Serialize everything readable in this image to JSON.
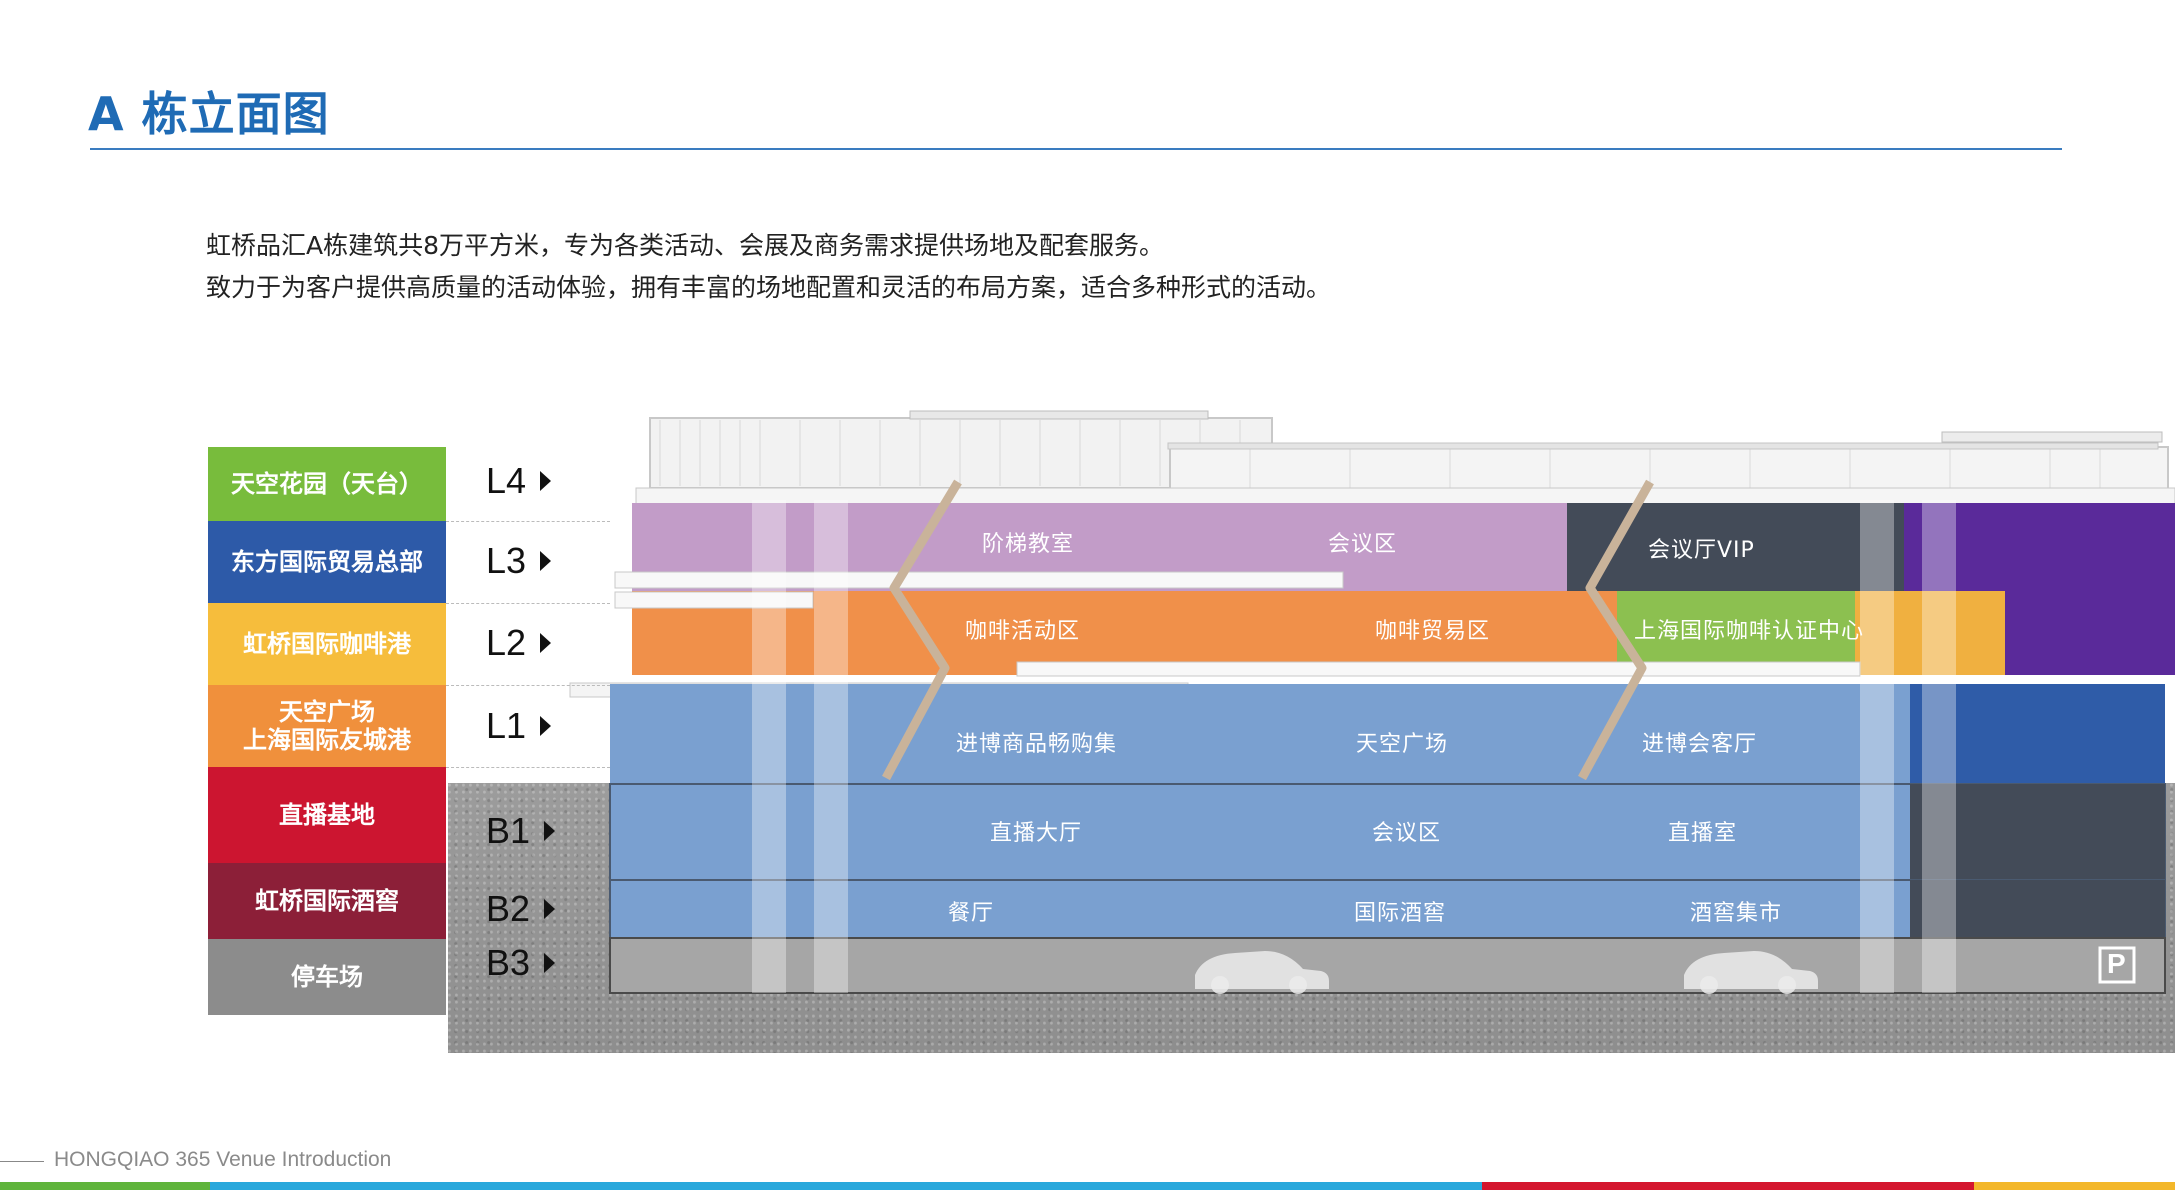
{
  "header": {
    "title": "A 栋立面图"
  },
  "description": {
    "line1": "虹桥品汇A栋建筑共8万平方米，专为各类活动、会展及商务需求提供场地及配套服务。",
    "line2": "致力于为客户提供高质量的活动体验，拥有丰富的场地配置和灵活的布局方案，适合多种形式的活动。"
  },
  "legend": [
    {
      "label": "天空花园（天台）",
      "color": "#78bc3c"
    },
    {
      "label": "东方国际贸易总部",
      "color": "#2d5aa8"
    },
    {
      "label": "虹桥国际咖啡港",
      "color": "#f6bd3c"
    },
    {
      "label": "天空广场",
      "label2": "上海国际友城港",
      "color": "#f0903c"
    },
    {
      "label": "直播基地",
      "color": "#cc1530"
    },
    {
      "label": "虹桥国际酒窖",
      "color": "#8c1f38"
    },
    {
      "label": "停车场",
      "color": "#8c8c8c"
    }
  ],
  "floors": [
    "L4",
    "L3",
    "L2",
    "L1",
    "B1",
    "B2",
    "B3"
  ],
  "zones": {
    "l3_a": "阶梯教室",
    "l3_b": "会议区",
    "l3_c": "会议厅VIP",
    "l2_a": "咖啡活动区",
    "l2_b": "咖啡贸易区",
    "l2_c": "上海国际咖啡认证中心",
    "l1_a": "进博商品畅购集",
    "l1_b": "天空广场",
    "l1_c": "进博会客厅",
    "b1_a": "直播大厅",
    "b1_b": "会议区",
    "b1_c": "直播室",
    "b2_a": "餐厅",
    "b2_b": "国际酒窖",
    "b2_c": "酒窖集市"
  },
  "parking": {
    "icon": "parking-icon",
    "glyph": "P"
  },
  "colors": {
    "l3_purple": "#c29cc8",
    "l3_dark": "#434b58",
    "l3_violet": "#5a2a9a",
    "l2_orange": "#f0904a",
    "l2_green": "#8cc050",
    "l2_yellow": "#f0b040",
    "l1_blue": "#7aa0d0",
    "accent_blue": "#1f6bb5"
  },
  "footer": {
    "text": "HONGQIAO 365 Venue Introduction"
  }
}
